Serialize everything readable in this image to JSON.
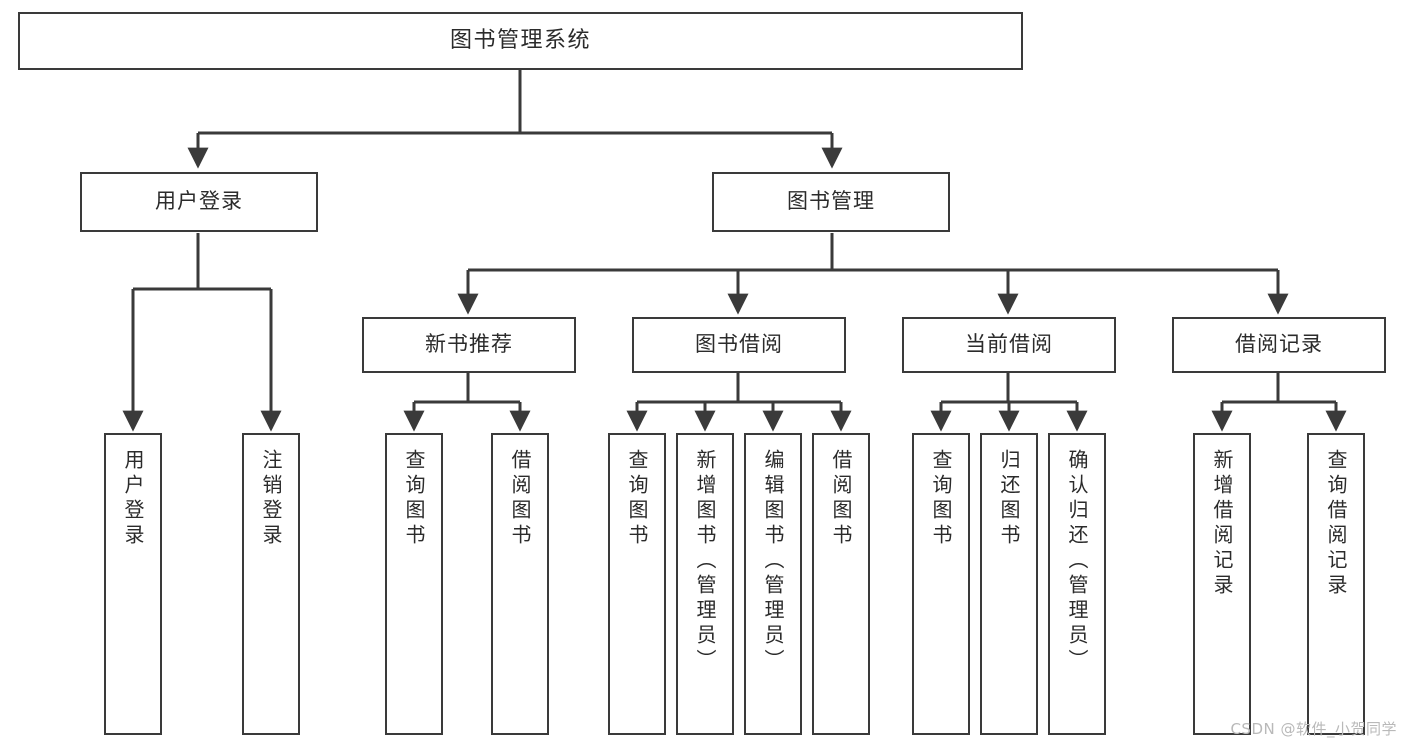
{
  "diagram": {
    "title": "图书管理系统",
    "type": "tree-hierarchy",
    "watermark": "CSDN @软件_小贺同学",
    "colors": {
      "stroke": "#3a3a3a",
      "text": "#2b2b2b",
      "background": "#ffffff",
      "watermark": "#b9b9b9"
    },
    "nodes": {
      "root": {
        "label": "图书管理系统"
      },
      "level2": [
        {
          "id": "user-login",
          "label": "用户登录"
        },
        {
          "id": "book-manage",
          "label": "图书管理"
        }
      ],
      "level3": [
        {
          "id": "new-book-recommend",
          "label": "新书推荐"
        },
        {
          "id": "book-borrow",
          "label": "图书借阅"
        },
        {
          "id": "current-borrow",
          "label": "当前借阅"
        },
        {
          "id": "borrow-record",
          "label": "借阅记录"
        }
      ],
      "leaves": {
        "user-login": [
          {
            "id": "leaf-user-login",
            "label": "用户登录"
          },
          {
            "id": "leaf-logout-login",
            "label": "注销登录"
          }
        ],
        "new-book-recommend": [
          {
            "id": "leaf-query-book-1",
            "label": "查询图书"
          },
          {
            "id": "leaf-borrow-book-1",
            "label": "借阅图书"
          }
        ],
        "book-borrow": [
          {
            "id": "leaf-query-book-2",
            "label": "查询图书"
          },
          {
            "id": "leaf-add-book",
            "label": "新增图书（管理员）"
          },
          {
            "id": "leaf-edit-book",
            "label": "编辑图书（管理员）"
          },
          {
            "id": "leaf-borrow-book-2",
            "label": "借阅图书"
          }
        ],
        "current-borrow": [
          {
            "id": "leaf-query-book-3",
            "label": "查询图书"
          },
          {
            "id": "leaf-return-book",
            "label": "归还图书"
          },
          {
            "id": "leaf-confirm-return",
            "label": "确认归还（管理员）"
          }
        ],
        "borrow-record": [
          {
            "id": "leaf-add-record",
            "label": "新增借阅记录"
          },
          {
            "id": "leaf-query-record",
            "label": "查询借阅记录"
          }
        ]
      }
    }
  }
}
